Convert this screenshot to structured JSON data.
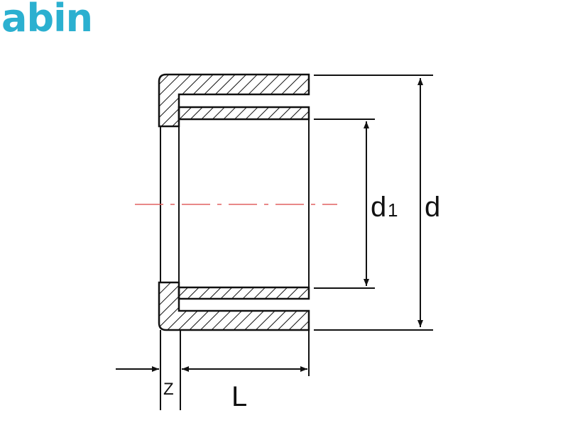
{
  "logo": {
    "text": "abin"
  },
  "diagram": {
    "labels": {
      "inner_diameter": "d",
      "inner_diameter_sub": "1",
      "outer_diameter": "d",
      "offset": "Z",
      "length": "L"
    },
    "colors": {
      "line": "#111111",
      "center_line": "#e06060",
      "logo": "#2bb0d0"
    }
  }
}
